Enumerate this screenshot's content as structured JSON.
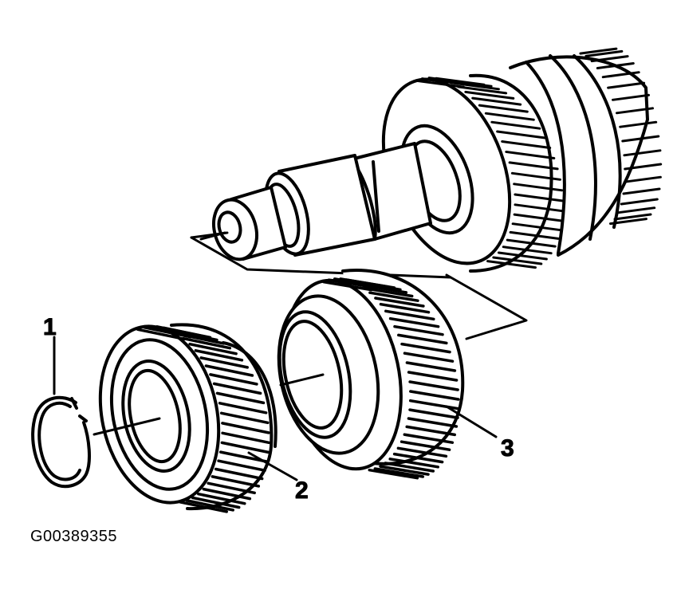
{
  "callouts": {
    "1": "1",
    "2": "2",
    "3": "3"
  },
  "figure_id": "G00389355",
  "ink_color": "#000000",
  "paper_color": "#ffffff"
}
